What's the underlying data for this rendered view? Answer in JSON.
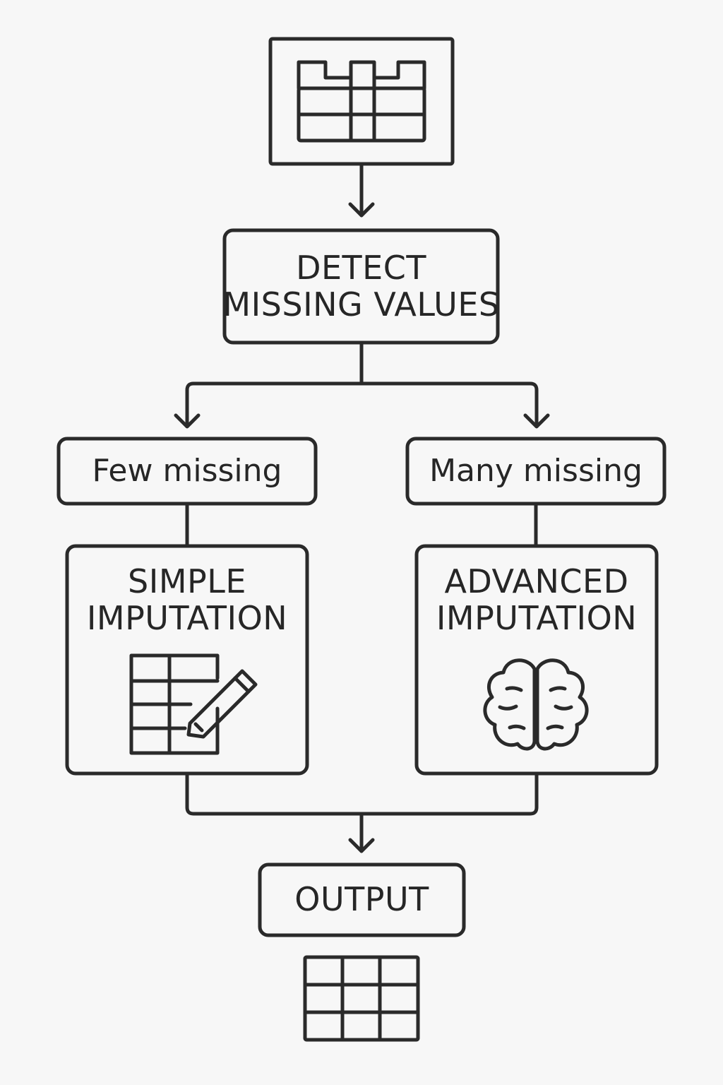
{
  "diagram": {
    "colors": {
      "background": "#f7f7f7",
      "stroke": "#2a2a2a"
    },
    "input": {
      "icon": "table-with-missing-cells-icon"
    },
    "detect": {
      "line1": "DETECT",
      "line2": "MISSING VALUES"
    },
    "branches": {
      "left": {
        "condition": "Few missing",
        "method_line1": "SIMPLE",
        "method_line2": "IMPUTATION",
        "icon": "table-pencil-icon"
      },
      "right": {
        "condition": "Many missing",
        "method_line1": "ADVANCED",
        "method_line2": "IMPUTATION",
        "icon": "brain-icon"
      }
    },
    "output": {
      "label": "OUTPUT",
      "icon": "complete-table-icon"
    }
  }
}
